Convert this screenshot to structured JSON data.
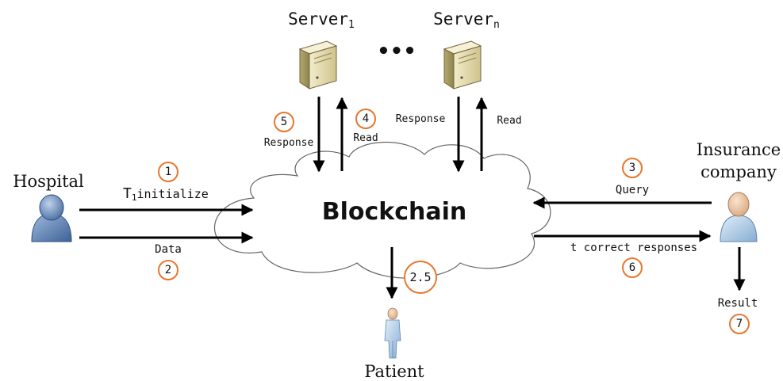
{
  "colors": {
    "step_circle": "#E8772E",
    "server_body": "#E9DFB4",
    "person_blue": "#5B7FB0",
    "patient_blue": "#8FB6DB"
  },
  "icons": {
    "server": "server-icon",
    "person": "person-icon",
    "cloud": "cloud-shape"
  },
  "nodes": {
    "hospital": "Hospital",
    "blockchain": "Blockchain",
    "server1": {
      "name": "Server",
      "subscript": "1"
    },
    "servern": {
      "name": "Server",
      "subscript": "n"
    },
    "ellipsis": "•••",
    "insurance_line1": "Insurance",
    "insurance_line2": "company",
    "patient": "Patient"
  },
  "edges": {
    "initialize": {
      "prefix": "T",
      "subscript": "1",
      "word": "initialize"
    },
    "data": "Data",
    "query": "Query",
    "response1": "Response",
    "read1": "Read",
    "response_n": "Response",
    "read_n": "Read",
    "correct_responses": "t correct responses",
    "result": "Result"
  },
  "steps": {
    "s1": "1",
    "s2": "2",
    "s25": "2.5",
    "s3": "3",
    "s4": "4",
    "s5": "5",
    "s6": "6",
    "s7": "7"
  }
}
